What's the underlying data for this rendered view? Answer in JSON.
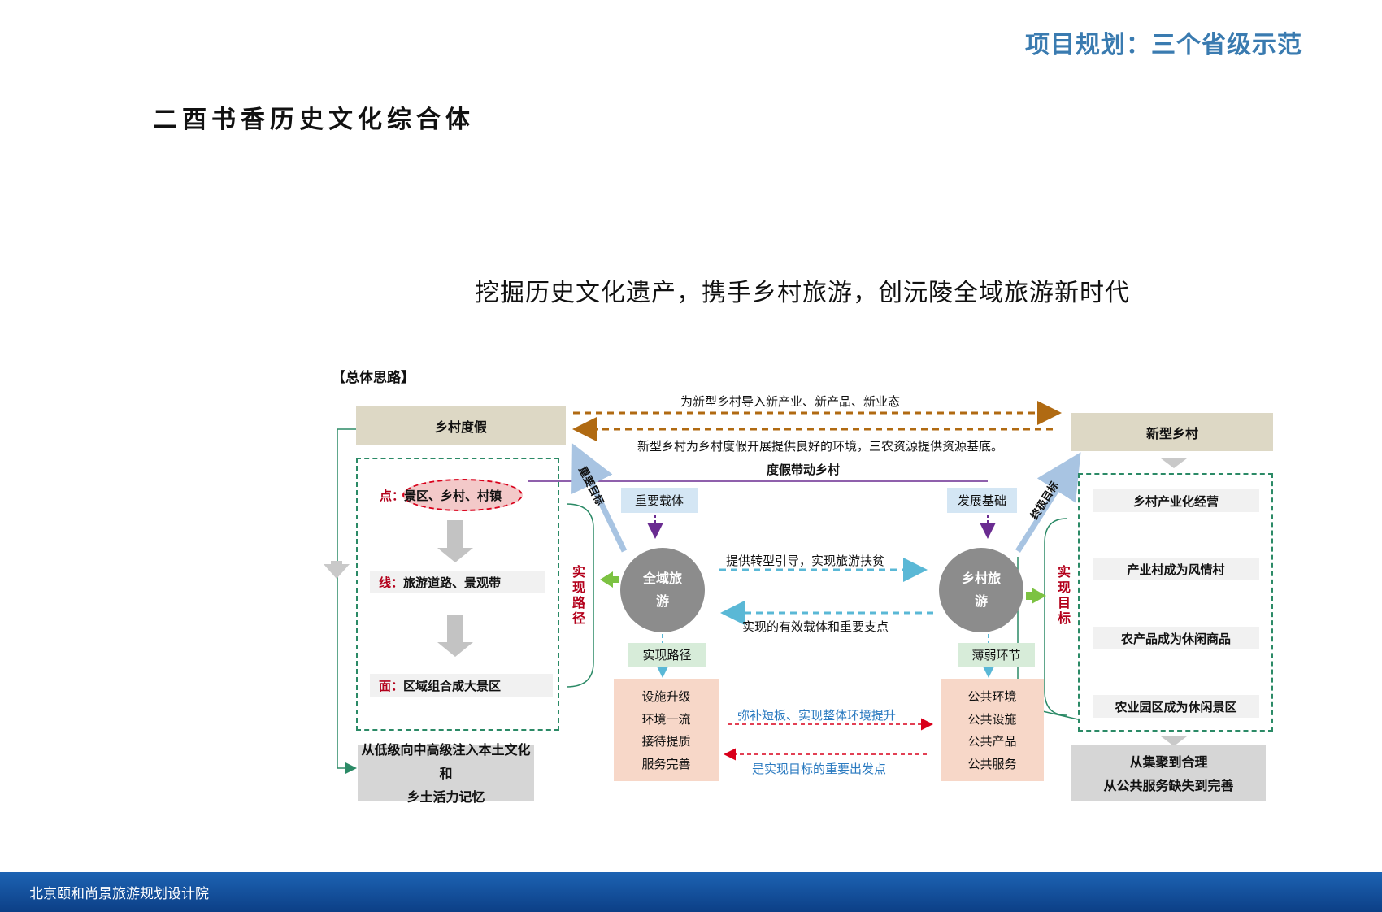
{
  "header": {
    "title": "项目规划：三个省级示范"
  },
  "section_title": "二酉书香历史文化综合体",
  "slogan": "挖掘历史文化遗产，携手乡村旅游，创沅陵全域旅游新时代",
  "diagram": {
    "label": "【总体思路】",
    "left_top": "乡村度假",
    "left_bottom_line1": "从低级向中高级注入本土文化和",
    "left_bottom_line2": "乡土活力记忆",
    "point_prefix": "点：",
    "point_text": "景区、乡村、村镇",
    "line_prefix": "线：",
    "line_text": "旅游道路、景观带",
    "area_prefix": "面：",
    "area_text": "区域组合成大景区",
    "left_vertical": "实现路径",
    "right_top": "新型乡村",
    "right_items": [
      "乡村产业化经营",
      "产业村成为风情村",
      "农产品成为休闲商品",
      "农业园区成为休闲景区"
    ],
    "right_bottom_line1": "从集聚到合理",
    "right_bottom_line2": "从公共服务缺失到完善",
    "right_vertical": "实现目标",
    "top_arrow_text1": "为新型乡村导入新产业、新产品、新业态",
    "top_arrow_text2": "新型乡村为乡村度假开展提供良好的环境，三农资源提供资源基底。",
    "center_link": "度假带动乡村",
    "diag_left": "重要目标",
    "diag_right": "终极目标",
    "box_carrier": "重要载体",
    "box_base": "发展基础",
    "circle_left_1": "全域旅",
    "circle_left_2": "游",
    "circle_right_1": "乡村旅",
    "circle_right_2": "游",
    "mid_arrow_1": "提供转型引导，实现旅游扶贫",
    "mid_arrow_2": "实现的有效载体和重要支点",
    "label_path": "实现路径",
    "label_weak": "薄弱环节",
    "left_list": [
      "设施升级",
      "环境一流",
      "接待提质",
      "服务完善"
    ],
    "right_list": [
      "公共环境",
      "公共设施",
      "公共产品",
      "公共服务"
    ],
    "bottom_arrow_1": "弥补短板、实现整体环境提升",
    "bottom_arrow_2": "是实现目标的重要出发点"
  },
  "footer": {
    "text": "北京颐和尚景旅游规划设计院"
  },
  "colors": {
    "accent": "#3a7bb0",
    "red": "#b3001b",
    "brown": "#b06a12",
    "green": "#2b8a66",
    "cyan": "#5ab8d6",
    "purple": "#6a2c91",
    "footer": "#1d5aa8"
  }
}
